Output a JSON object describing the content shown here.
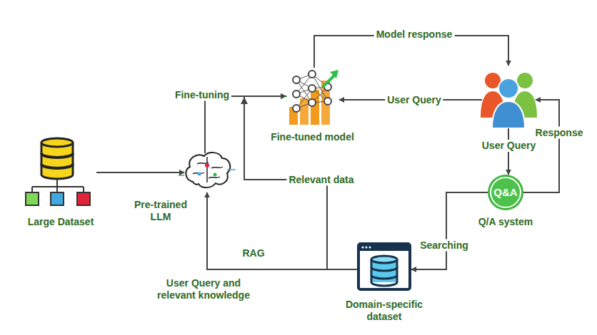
{
  "diagram": {
    "nodes": [
      {
        "text": [
          "Large Dataset"
        ]
      },
      {
        "text": [
          "Pre-trained LLM"
        ]
      },
      {
        "text": [
          "Fine-tuned model"
        ]
      },
      {
        "text": [
          "User Query"
        ]
      },
      {
        "text": [
          "Q&A",
          "Q/A system"
        ]
      },
      {
        "text": [
          "Domain-specific dataset"
        ]
      }
    ],
    "edges": [
      {
        "from": 0,
        "to": 1,
        "arrow": "to"
      },
      {
        "from": 1,
        "to": 2,
        "label": "Fine-tuning",
        "arrow": "to"
      },
      {
        "from": 2,
        "to": 3,
        "label": "Model response",
        "arrow": "to"
      },
      {
        "from": 3,
        "to": 2,
        "label": "User Query",
        "arrow": "to"
      },
      {
        "from": 3,
        "to": 4,
        "arrow": "to"
      },
      {
        "from": 4,
        "to": 3,
        "label": "Response",
        "arrow": "to"
      },
      {
        "from": 4,
        "to": 5,
        "label": "Searching",
        "arrow": "to"
      },
      {
        "from": 5,
        "to": 2,
        "label": "Relevant data",
        "arrow": "to"
      },
      {
        "from": 5,
        "to": 1,
        "label": "RAG",
        "arrow": "to"
      }
    ],
    "labels": [
      "User Query and relevant knowledge"
    ]
  }
}
